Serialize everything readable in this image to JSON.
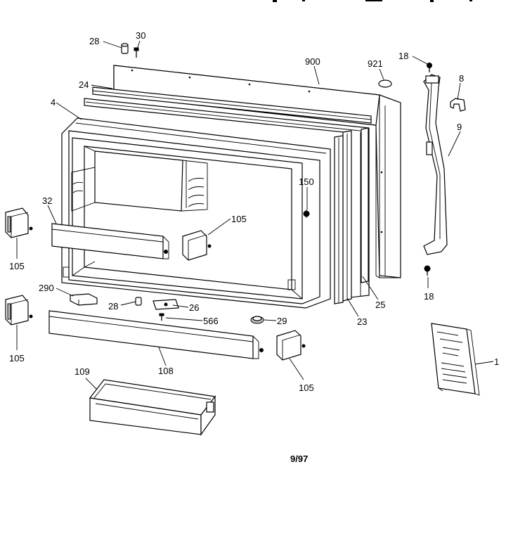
{
  "diagram": {
    "date_code": "9/97",
    "callouts": [
      {
        "id": "c28a",
        "text": "28"
      },
      {
        "id": "c30",
        "text": "30"
      },
      {
        "id": "c900",
        "text": "900"
      },
      {
        "id": "c921",
        "text": "921"
      },
      {
        "id": "c18a",
        "text": "18"
      },
      {
        "id": "c8",
        "text": "8"
      },
      {
        "id": "c24",
        "text": "24"
      },
      {
        "id": "c4",
        "text": "4"
      },
      {
        "id": "c9",
        "text": "9"
      },
      {
        "id": "c150",
        "text": "150"
      },
      {
        "id": "c32",
        "text": "32"
      },
      {
        "id": "c105a",
        "text": "105"
      },
      {
        "id": "c105b",
        "text": "105"
      },
      {
        "id": "c18b",
        "text": "18"
      },
      {
        "id": "c290",
        "text": "290"
      },
      {
        "id": "c28b",
        "text": "28"
      },
      {
        "id": "c26",
        "text": "26"
      },
      {
        "id": "c566",
        "text": "566"
      },
      {
        "id": "c29",
        "text": "29"
      },
      {
        "id": "c25",
        "text": "25"
      },
      {
        "id": "c23",
        "text": "23"
      },
      {
        "id": "c105c",
        "text": "105"
      },
      {
        "id": "c1",
        "text": "1"
      },
      {
        "id": "c108",
        "text": "108"
      },
      {
        "id": "c105d",
        "text": "105"
      },
      {
        "id": "c109",
        "text": "109"
      }
    ]
  }
}
